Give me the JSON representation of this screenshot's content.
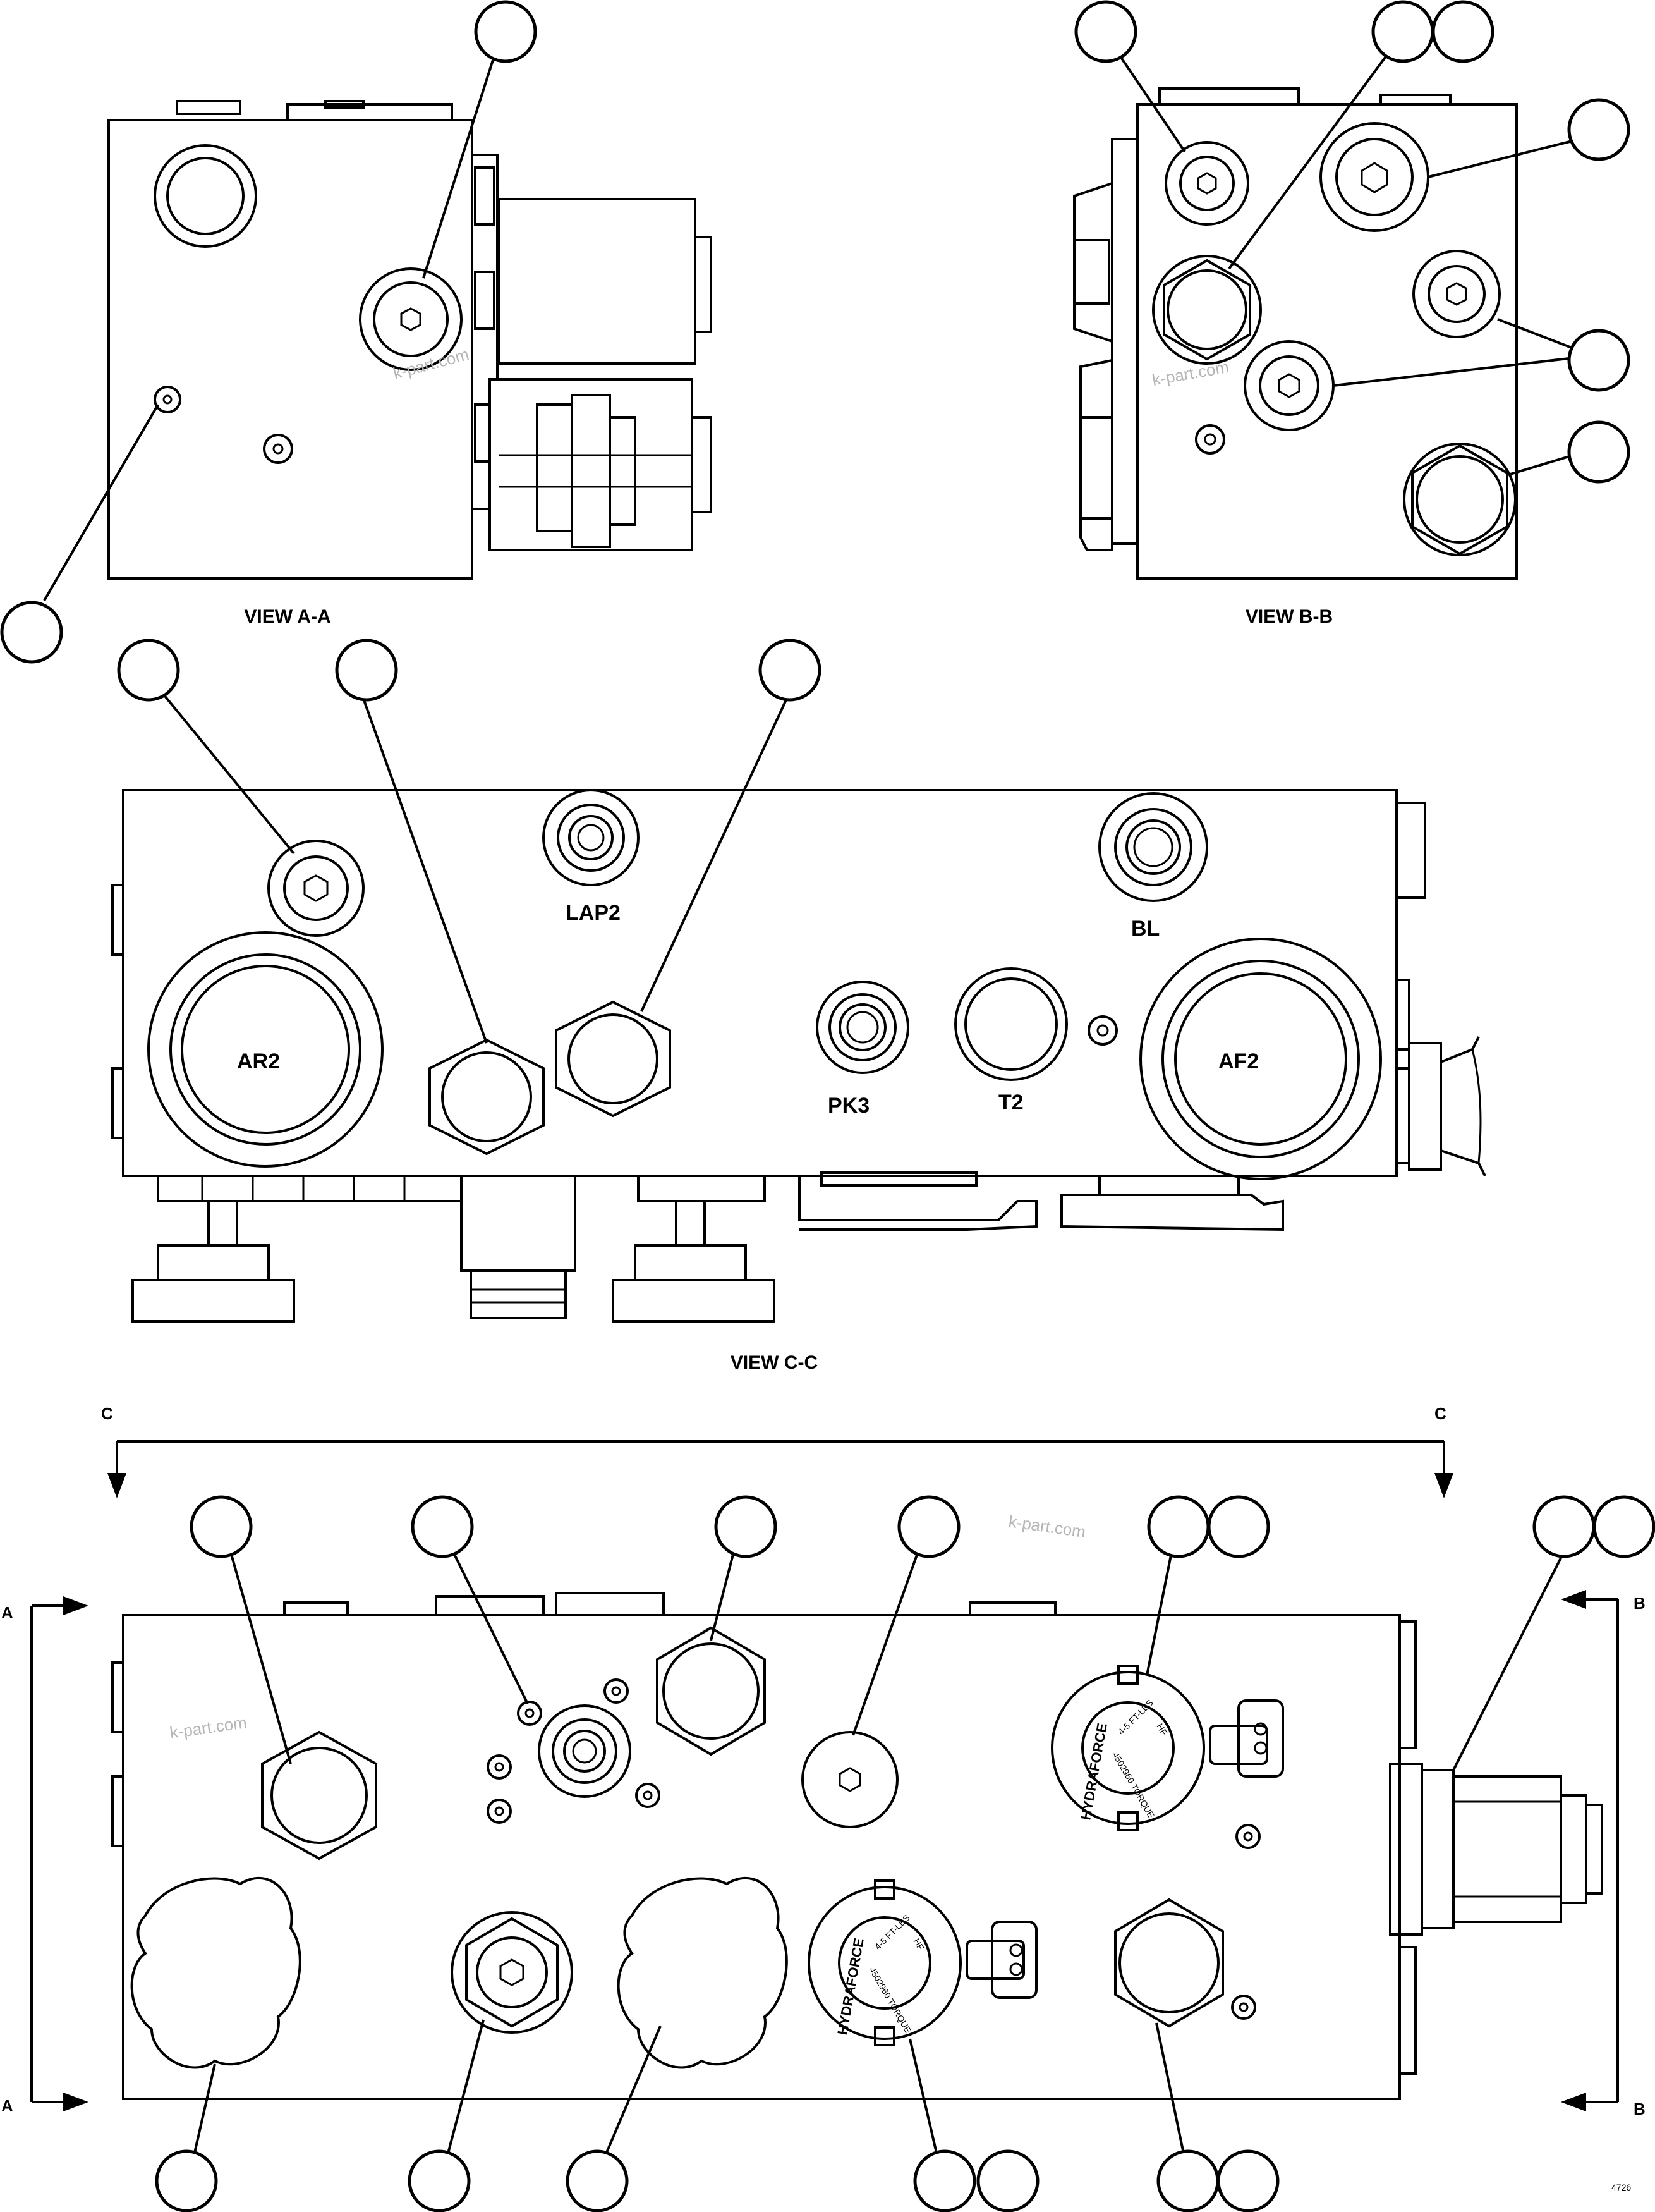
{
  "views": {
    "view_a": "VIEW A-A",
    "view_b": "VIEW B-B",
    "view_c": "VIEW C-C"
  },
  "ports": {
    "lap2": "LAP2",
    "bl": "BL",
    "ar2": "AR2",
    "pk3": "PK3",
    "t2": "T2",
    "af2": "AF2"
  },
  "section_marks": {
    "a_top": "A",
    "a_bottom": "A",
    "b_top": "B",
    "b_bottom": "B",
    "c_left": "C",
    "c_right": "C"
  },
  "coils": {
    "brand": "HYDRAFORCE",
    "torque": "4-5 FT-LBS",
    "hf": "HF",
    "part": "4502960 TORQUE"
  },
  "watermark": "k-part.com",
  "figure_code": "4726"
}
